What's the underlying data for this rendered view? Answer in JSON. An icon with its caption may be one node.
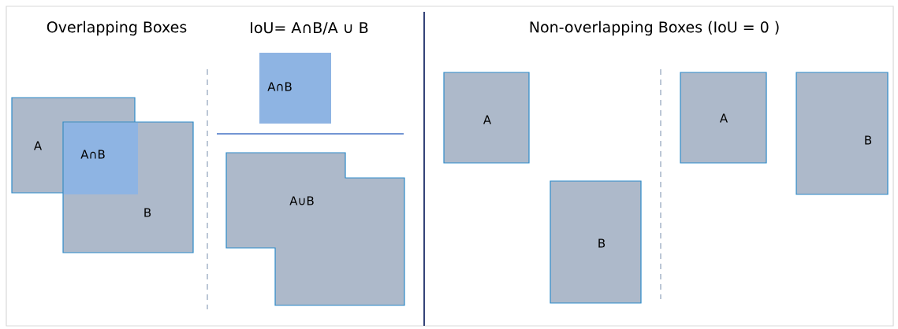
{
  "diagram": {
    "nodes": [
      {
        "text": [
          "A"
        ]
      },
      {
        "text": [
          "B"
        ]
      },
      {
        "text": [
          "A∩B"
        ]
      },
      {
        "text": [
          "A∩B"
        ]
      },
      {
        "text": [
          "A∪B"
        ]
      },
      {
        "text": [
          "A"
        ]
      },
      {
        "text": [
          "B"
        ]
      },
      {
        "text": [
          "A"
        ]
      },
      {
        "text": [
          "B"
        ]
      }
    ],
    "labels": [
      "Overlapping Boxes",
      "IoU= A∩B/A ∪ B",
      "Non-overlapping Boxes (IoU = 0 )"
    ]
  }
}
